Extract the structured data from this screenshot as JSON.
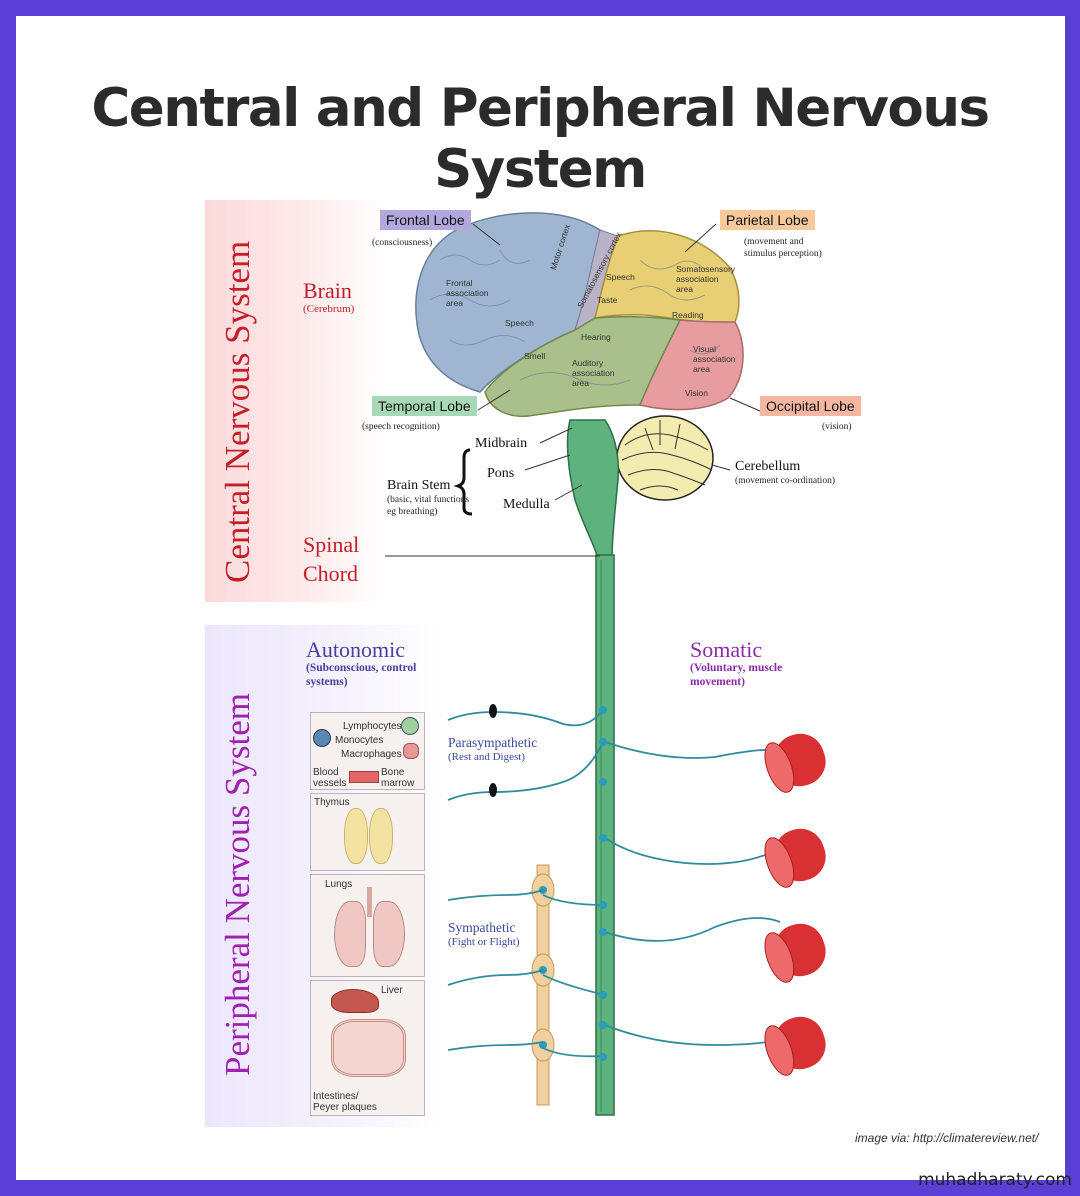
{
  "title": "Central and Peripheral Nervous System",
  "watermark": "muhadharaty.com",
  "credit": "image via: http://climatereview.net/",
  "cns": {
    "title": "Central Nervous System",
    "brain": "Brain",
    "brain_sub": "(Cerebrum)",
    "spinal_1": "Spinal",
    "spinal_2": "Chord",
    "lobes": {
      "frontal": {
        "name": "Frontal Lobe",
        "sub": "(consciousness)",
        "color": "#b3a8dd"
      },
      "parietal": {
        "name": "Parietal Lobe",
        "sub_1": "(movement and",
        "sub_2": "stimulus perception)",
        "color": "#f6c89b"
      },
      "temporal": {
        "name": "Temporal Lobe",
        "sub": "(speech recognition)",
        "color": "#a8d9b7"
      },
      "occipital": {
        "name": "Occipital Lobe",
        "sub": "(vision)",
        "color": "#f6b7a2"
      }
    },
    "brain_areas": {
      "frontal_assoc_1": "Frontal",
      "frontal_assoc_2": "association",
      "frontal_assoc_3": "area",
      "motor": "Motor cortex",
      "somatosensory": "Somatosensory cortex",
      "speech_1": "Speech",
      "taste": "Taste",
      "speech_2": "Speech",
      "soma_assoc_1": "Somatosensory",
      "soma_assoc_2": "association",
      "soma_assoc_3": "area",
      "reading": "Reading",
      "hearing": "Hearing",
      "smell": "Smell",
      "aud_1": "Auditory",
      "aud_2": "association",
      "aud_3": "area",
      "vis_1": "Visual",
      "vis_2": "association",
      "vis_3": "area",
      "vision": "Vision"
    },
    "midbrain": "Midbrain",
    "pons": "Pons",
    "medulla": "Medulla",
    "brain_stem": "Brain Stem",
    "brain_stem_sub_1": "(basic, vital functions",
    "brain_stem_sub_2": "eg breathing)",
    "cerebellum": "Cerebellum",
    "cerebellum_sub": "(movement co-ordination)"
  },
  "pns": {
    "title": "Peripheral Nervous System",
    "autonomic": "Autonomic",
    "autonomic_sub_1": "(Subconscious, control",
    "autonomic_sub_2": "systems)",
    "somatic": "Somatic",
    "somatic_sub_1": "(Voluntary, muscle",
    "somatic_sub_2": "movement)",
    "parasympathetic": "Parasympathetic",
    "parasympathetic_sub": "(Rest and Digest)",
    "sympathetic": "Sympathetic",
    "sympathetic_sub": "(Fight or Flight)",
    "organs": {
      "lymphocytes": "Lymphocytes",
      "monocytes": "Monocytes",
      "macrophages": "Macrophages",
      "blood_1": "Blood",
      "blood_2": "vessels",
      "bone_1": "Bone",
      "bone_2": "marrow",
      "thymus": "Thymus",
      "lungs": "Lungs",
      "liver": "Liver",
      "intestines_1": "Intestines/",
      "intestines_2": "Peyer plaques"
    }
  }
}
